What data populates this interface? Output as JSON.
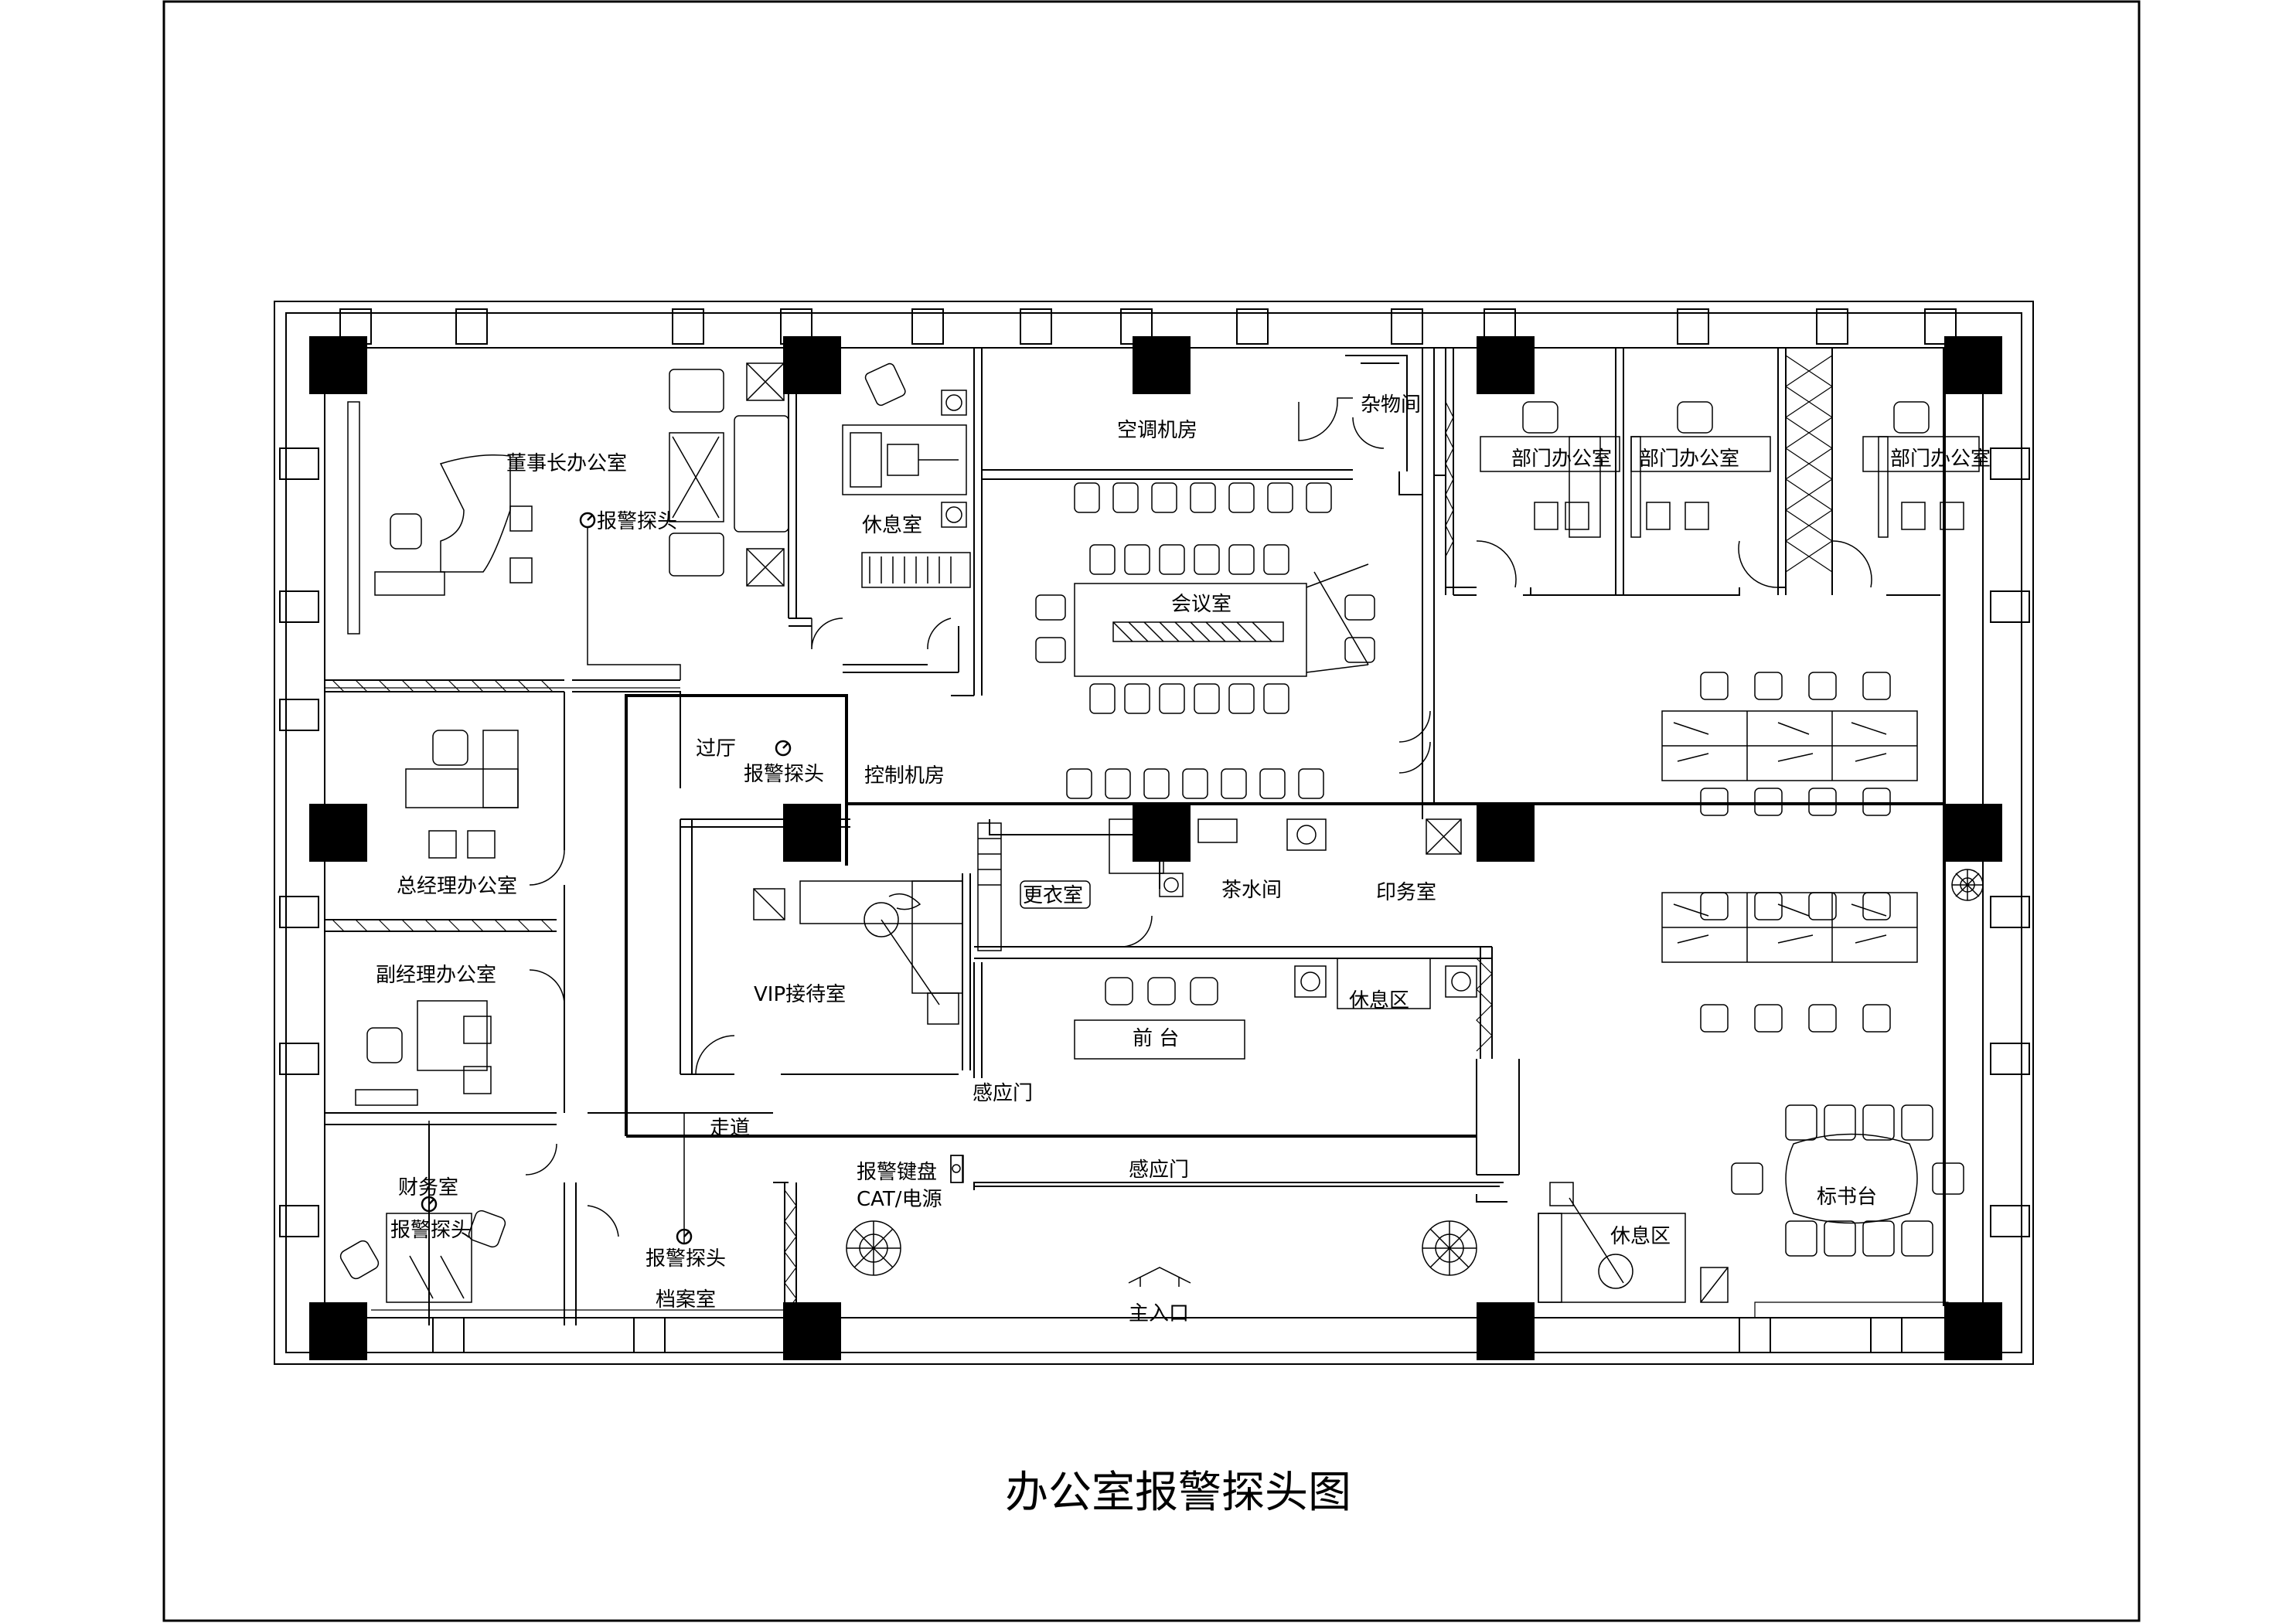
{
  "title": "办公室报警探头图",
  "rooms": {
    "chairman_office": "董事长办公室",
    "rest_room": "休息室",
    "ac_room": "空调机房",
    "storage": "杂物间",
    "dept_office_1": "部门办公室",
    "dept_office_2": "部门办公室",
    "dept_office_3": "部门办公室",
    "meeting_room": "会议室",
    "control_room": "控制机房",
    "lobby": "过厅",
    "gm_office": "总经理办公室",
    "vice_gm_office": "副经理办公室",
    "vip_room": "VIP接待室",
    "changing_room": "更衣室",
    "tea_room": "茶水间",
    "print_room": "印务室",
    "reception": "前  台",
    "lounge_1": "休息区",
    "lounge_2": "休息区",
    "corridor": "走道",
    "finance_room": "财务室",
    "archive_room": "档案室",
    "bidding_table": "标书台"
  },
  "labels": {
    "sensor_chairman": "报警探头",
    "sensor_lobby": "报警探头",
    "sensor_finance": "报警探头",
    "sensor_archive": "报警探头",
    "keypad": "报警键盘",
    "power": "CAT/电源",
    "sensor_door_1": "感应门",
    "sensor_door_2": "感应门",
    "main_entrance": "主入口"
  }
}
